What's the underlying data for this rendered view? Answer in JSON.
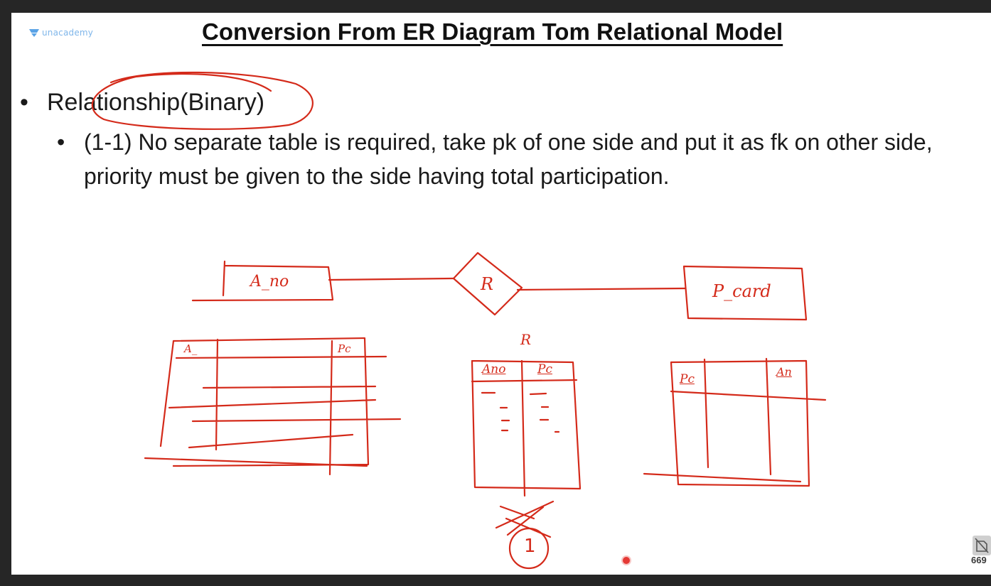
{
  "brand": {
    "name": "unacademy",
    "color": "#7fb6ea",
    "icon": "unacademy-logo-icon"
  },
  "slide": {
    "title": "Conversion From ER Diagram Tom Relational Model",
    "bullet1": "Relationship(Binary)",
    "bullet2": "(1-1) No separate table is required, take pk of one side and put it as fk on other side, priority must be given to the side having total participation.",
    "bullet_glyph": "•"
  },
  "annotations": {
    "ink_color": "#d42a1a",
    "entity_left": "A_no",
    "relationship": "R",
    "entity_right": "P_card",
    "table_r_label": "R",
    "table_r_col1": "Ano",
    "table_r_col2": "Pc",
    "table_left_col1": "A_",
    "table_left_col2": "Pc",
    "table_right_col1": "Pc",
    "table_right_col2": "An",
    "circled_number": "1"
  },
  "pager": {
    "page_number": "669",
    "icon": "page-stack-icon"
  },
  "recorder": {
    "icon": "recording-dot-icon",
    "color": "#e53935"
  }
}
